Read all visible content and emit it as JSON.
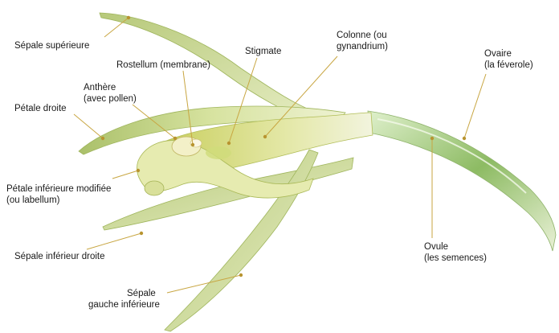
{
  "labels": {
    "sepale_superieure": "Sépale supérieure",
    "rostellum": "Rostellum (membrane)",
    "stigmate": "Stigmate",
    "colonne_1": "Colonne (ou",
    "colonne_2": "gynandrium)",
    "ovaire_1": "Ovaire",
    "ovaire_2": "(la féverole)",
    "anthere_1": "Anthère",
    "anthere_2": "(avec pollen)",
    "petale_droite": "Pétale droite",
    "petale_inferieure_1": "Pétale inférieure modifiée",
    "petale_inferieure_2": "(ou labellum)",
    "sepale_inferieur_droite": "Sépale inférieur droite",
    "ovule_1": "Ovule",
    "ovule_2": "(les semences)",
    "sepale_gauche_1": "Sépale",
    "sepale_gauche_2": "gauche inférieure"
  },
  "colors": {
    "background": "#ffffff",
    "petal_light": "#e4ebb8",
    "petal_mid": "#c8d88a",
    "petal_dark": "#9fb55c",
    "stem_light": "#d9ecc4",
    "stem_dark": "#7fae5a",
    "column_yellow": "#dfe08a",
    "leader_line": "#c8a642"
  }
}
